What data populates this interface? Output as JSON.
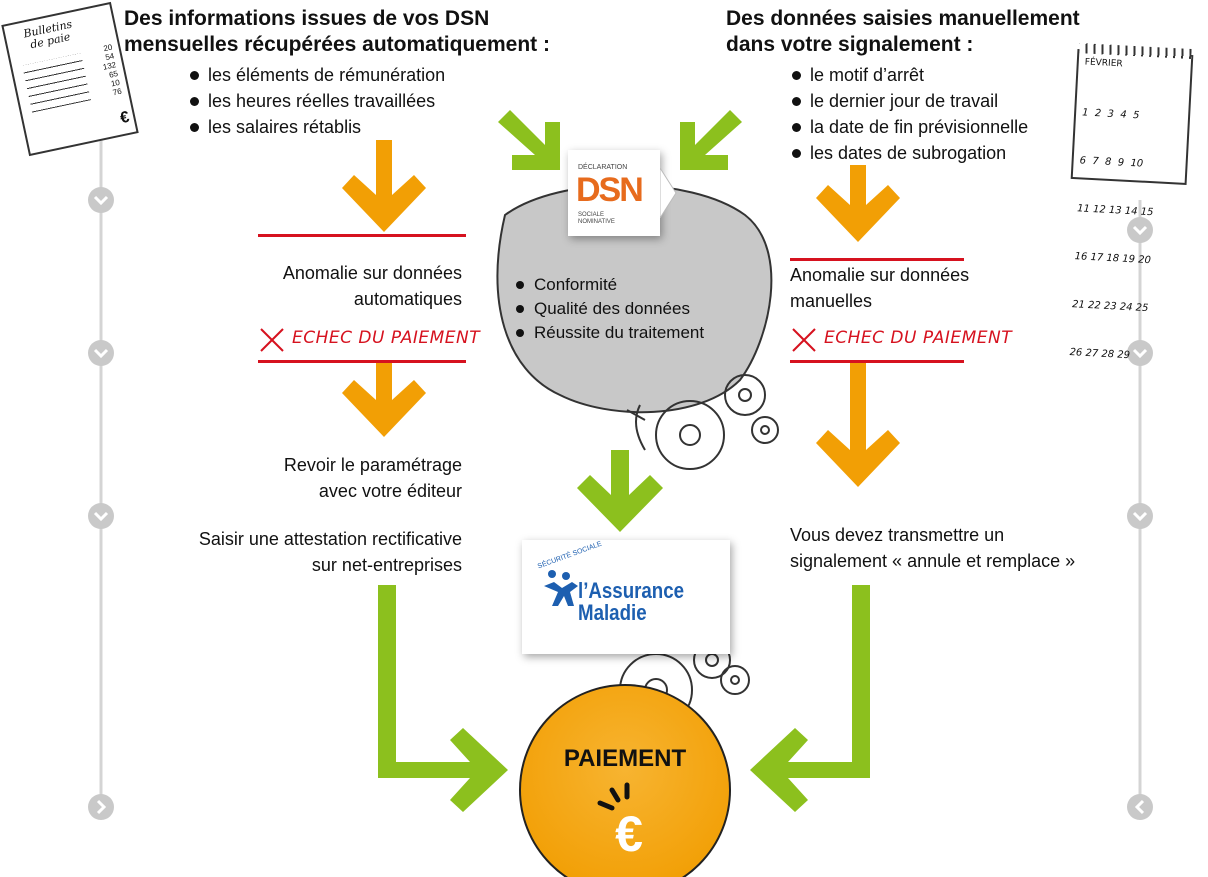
{
  "left_column": {
    "heading_line1": "Des informations issues de vos DSN",
    "heading_line2": "mensuelles récupérées automatiquement :",
    "items": [
      "les éléments de rémunération",
      "les heures réelles travaillées",
      "les salaires rétablis"
    ],
    "anomaly_line1": "Anomalie sur données",
    "anomaly_line2": "automatiques",
    "failure_label": "ECHEC DU PAIEMENT",
    "action1_line1": "Revoir le paramétrage",
    "action1_line2": "avec votre éditeur",
    "action2_line1": "Saisir une attestation rectificative",
    "action2_line2": "sur net-entreprises"
  },
  "right_column": {
    "heading_line1": "Des données saisies manuellement",
    "heading_line2": "dans votre signalement :",
    "items": [
      "le motif d’arrêt",
      "le dernier jour de travail",
      "la date de fin prévisionnelle",
      "les dates de subrogation"
    ],
    "anomaly_line1": "Anomalie sur données",
    "anomaly_line2": "manuelles",
    "failure_label": "ECHEC DU PAIEMENT",
    "action_line1": "Vous devez transmettre un",
    "action_line2": "signalement « annule et remplace »"
  },
  "dsn": {
    "logo_top": "DÉCLARATION",
    "logo_letters": "DSN",
    "logo_bottom1": "SOCIALE",
    "logo_bottom2": "NOMINATIVE",
    "checks": [
      "Conformité",
      "Qualité des données",
      "Réussite du traitement"
    ]
  },
  "assurance": {
    "arc_text": "SÉCURITÉ SOCIALE",
    "name_line1": "l’Assurance",
    "name_line2": "Maladie"
  },
  "payment": {
    "label": "PAIEMENT",
    "symbol": "€"
  },
  "payslip": {
    "title_line1": "Bulletins",
    "title_line2": "de paie",
    "numbers": [
      "20",
      "54",
      "132",
      "65",
      "10",
      "76"
    ],
    "symbol": "€"
  },
  "calendar": {
    "month": "FÉVRIER",
    "rows": [
      "1  2  3  4  5",
      "6  7  8  9  10",
      "11 12 13 14 15",
      "16 17 18 19 20",
      "21 22 23 24 25",
      "26 27 28 29"
    ]
  },
  "colors": {
    "orange": "#f29f05",
    "green": "#8cc01e",
    "red": "#d6121f",
    "gray_bubble": "#c8c8c8",
    "timeline": "#cfcfcf",
    "assurance_blue": "#1d5fb0"
  },
  "icons": {
    "timeline_down": "chevron-down-icon",
    "timeline_right": "chevron-right-icon",
    "timeline_left": "chevron-left-icon",
    "failure": "cross-icon",
    "gears": "gears-icon"
  }
}
